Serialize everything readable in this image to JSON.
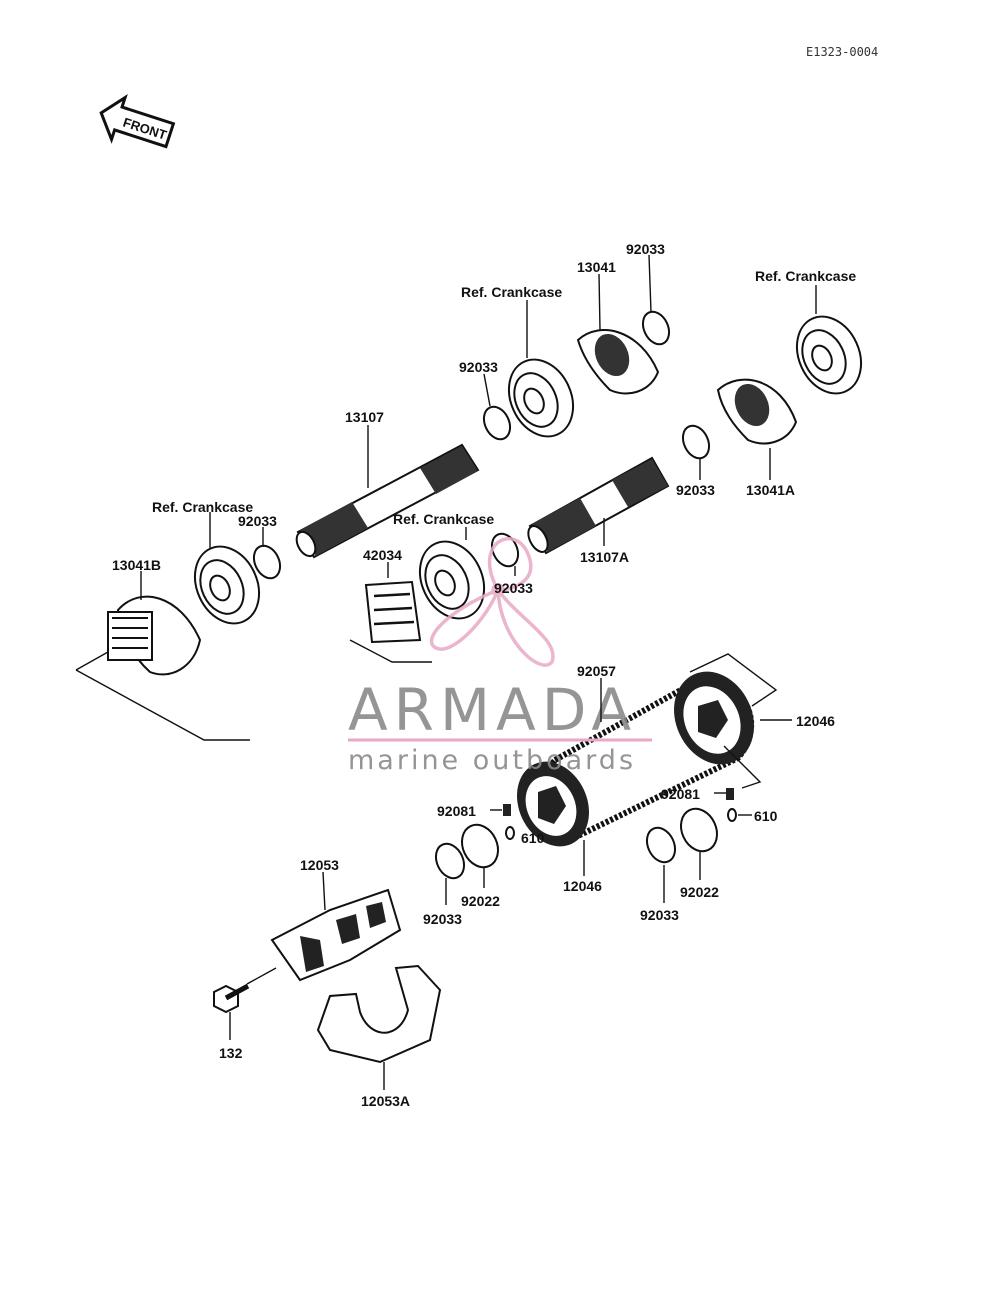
{
  "diagram_code": "E1323-0004",
  "front_label": "FRONT",
  "watermark": {
    "brand": "ARMADA",
    "tagline": "marine outboards",
    "brand_color": "#e8a9c6"
  },
  "callouts": {
    "p92033_top": "92033",
    "p13041": "13041",
    "ref_crankcase_top": "Ref. Crankcase",
    "ref_crankcase_right": "Ref. Crankcase",
    "p92033_upper_left": "92033",
    "p13107": "13107",
    "p92033_right": "92033",
    "p13041A": "13041A",
    "ref_crankcase_left": "Ref. Crankcase",
    "p92033_left": "92033",
    "ref_crankcase_mid": "Ref. Crankcase",
    "p13107A": "13107A",
    "p13041B": "13041B",
    "p42034": "42034",
    "p92033_mid": "92033",
    "p92057": "92057",
    "p12046_right": "12046",
    "p92081_left": "92081",
    "p610_left": "610",
    "p92081_right": "92081",
    "p610_right": "610",
    "p12053": "12053",
    "p92033_bl": "92033",
    "p92022_left": "92022",
    "p12046_bottom": "12046",
    "p92033_br": "92033",
    "p92022_right": "92022",
    "p132": "132",
    "p12053A": "12053A"
  }
}
